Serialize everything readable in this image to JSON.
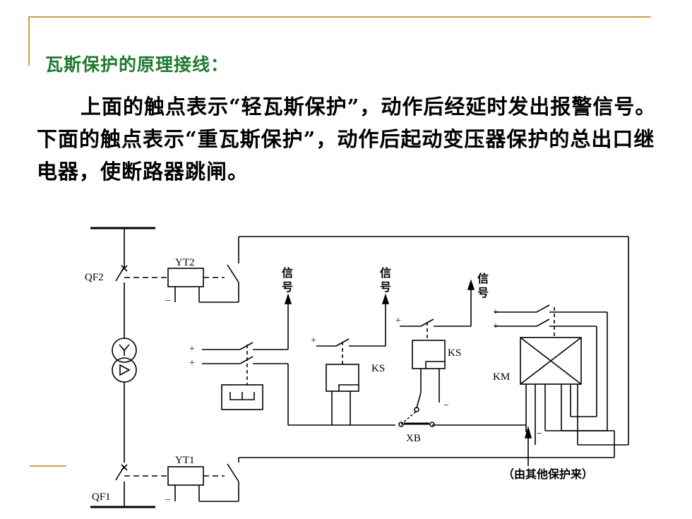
{
  "title": "瓦斯保护的原理接线：",
  "paragraph": "上面的触点表示“轻瓦斯保护”，动作后经延时发出报警信号。下面的触点表示“重瓦斯保护”，动作后起动变压器保护的总出口继电器，使断路器跳闸。",
  "labels": {
    "qf2": "QF2",
    "qf1": "QF1",
    "yt2": "YT2",
    "yt1": "YT1",
    "ks1": "KS",
    "ks2": "KS",
    "km": "KM",
    "xb": "XB",
    "signal1": "信号",
    "signal2": "信号",
    "signal3": "信号",
    "other_protection": "（由其他保护来）",
    "plus": "+",
    "minus": "−"
  },
  "colors": {
    "accent": "#c8a44a",
    "title": "#1f7a2e"
  }
}
